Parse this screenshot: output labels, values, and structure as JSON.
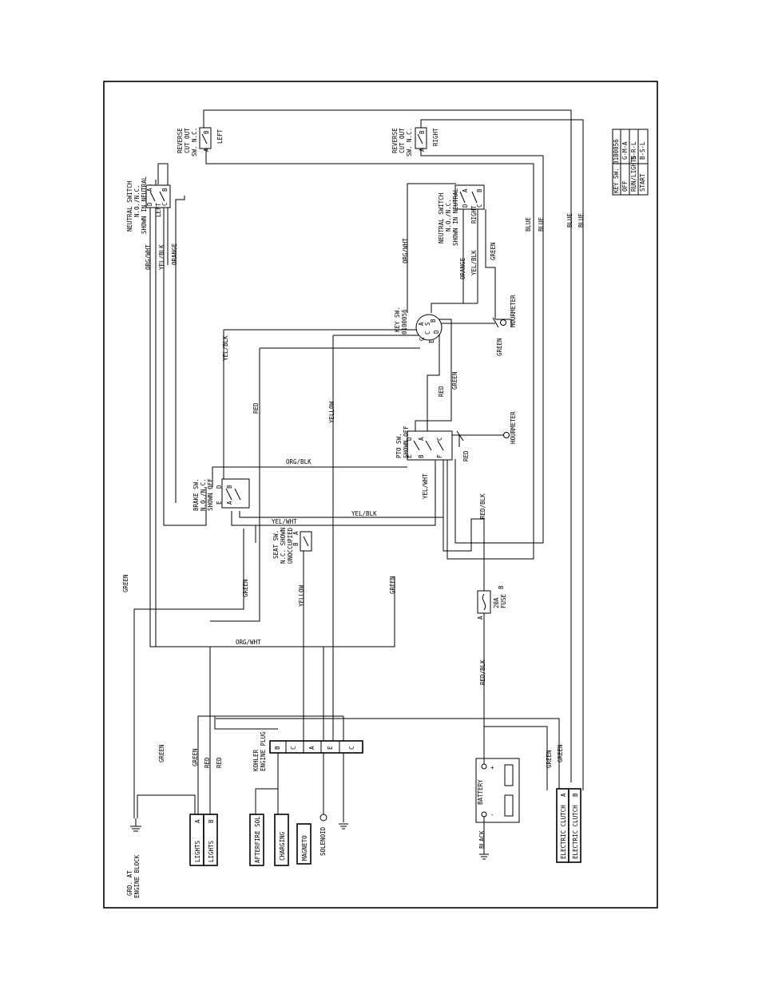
{
  "wire_labels": {
    "green_a": "GREEN",
    "green_b": "GREEN",
    "green_c": "GREEN",
    "green_d": "GREEN",
    "green_e": "GREEN",
    "green_f": "GREEN",
    "green_g": "GREEN",
    "green_h": "GREEN",
    "green_i": "GREEN",
    "red_a": "RED",
    "red_b": "RED",
    "red_c": "RED",
    "red_d": "RED",
    "red_e": "RED",
    "yellow_a": "YELLOW",
    "yellow_b": "YELLOW",
    "orgwht_a": "ORG/WHT",
    "orgwht_b": "ORG/WHT",
    "orgblk": "ORG/BLK",
    "yelblk_a": "YEL/BLK",
    "yelblk_b": "YEL/BLK",
    "yelblk_c": "YEL/BLK",
    "yelblk_d": "YEL/BLK",
    "yelwht_a": "YEL/WHT",
    "yelwht_b": "YEL/WHT",
    "redblk_a": "RED/BLK",
    "redblk_b": "RED/BLK",
    "orange_a": "ORANGE",
    "orange_b": "ORANGE",
    "blue_a": "BLUE",
    "blue_b": "BLUE",
    "blue_c": "BLUE",
    "blue_d": "BLUE",
    "black": "BLACK"
  },
  "components": {
    "grd": [
      "GRD. AT",
      "ENGINE BLOCK"
    ],
    "lights_a": "LIGHTS",
    "lights_b": "LIGHTS",
    "afterfire": "AFTERFIRE SOL",
    "charging": "CHARGING",
    "magneto": "MAGNETO",
    "solenoid": "SOLENOID",
    "kohler": [
      "KOHLER",
      "ENGINE PLUG"
    ],
    "battery": "BATTERY",
    "fuse": [
      "20A",
      "FUSE"
    ],
    "clutch_a": "ELECTRIC CLUTCH",
    "clutch_b": "ELECTRIC CLUTCH",
    "seat_sw": [
      "SEAT SW.",
      "N.C. SHOWN",
      "UNOCCUPIED"
    ],
    "brake_sw": [
      "BRAKE SW.",
      "N.O./N.C.",
      "SHOWN OFF"
    ],
    "pto_sw": [
      "PTO SW.",
      "SHOWN OFF"
    ],
    "key_sw": [
      "KEY SW.",
      "0100056"
    ],
    "hourmeter_a": "HOURMETER",
    "hourmeter_b": "HOURMETER",
    "neutral_left": [
      "NEUTRAL SWITCH",
      "N.O./N.C.",
      "SHOWN IN NEUTRAL"
    ],
    "neutral_right": [
      "NEUTRAL SWITCH",
      "N.O./N.C.",
      "SHOWN IN NEUTRAL"
    ],
    "left": "LEFT",
    "right": "RIGHT",
    "reverse_left": [
      "REVERSE",
      "CUT OUT",
      "SW. N.C."
    ],
    "reverse_right": [
      "REVERSE",
      "CUT OUT",
      "SW. N.C."
    ]
  },
  "pins": {
    "a": "A",
    "b": "B",
    "c": "C",
    "d": "D",
    "e": "E",
    "f": "F",
    "g": "G",
    "s": "S",
    "plus": "+",
    "minus": "-"
  },
  "key_table": {
    "header": "KEY SW. 0100056",
    "rows": [
      {
        "pos": "OFF",
        "conn": "G-M-A"
      },
      {
        "pos": "RUN/LIGHTS",
        "conn": "B-R-L"
      },
      {
        "pos": "START",
        "conn": "B-S-L"
      }
    ]
  }
}
